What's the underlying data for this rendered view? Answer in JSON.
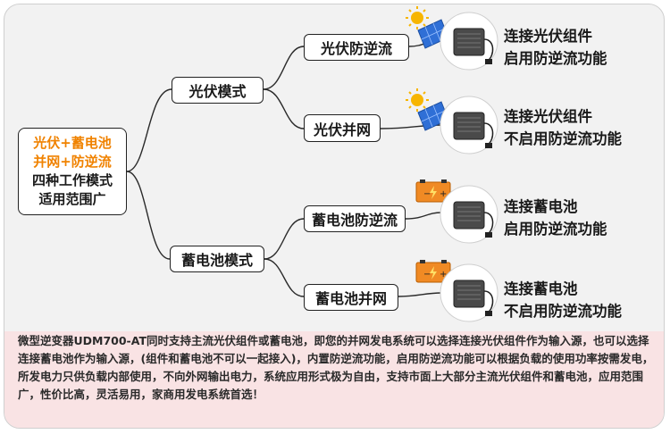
{
  "root": {
    "line1": "光伏+蓄电池",
    "line2": "并网+防逆流",
    "line3": "四种工作模式",
    "line4": "适用范围广"
  },
  "modes": {
    "pv_mode": "光伏模式",
    "battery_mode": "蓄电池模式"
  },
  "branches": [
    {
      "label": "光伏防逆流",
      "source": "solar-panel",
      "desc1": "连接光伏组件",
      "desc2": "启用防逆流功能"
    },
    {
      "label": "光伏并网",
      "source": "solar-panel",
      "desc1": "连接光伏组件",
      "desc2": "不启用防逆流功能"
    },
    {
      "label": "蓄电池防逆流",
      "source": "battery",
      "desc1": "连接蓄电池",
      "desc2": "启用防逆流功能"
    },
    {
      "label": "蓄电池并网",
      "source": "battery",
      "desc1": "连接蓄电池",
      "desc2": "不启用防逆流功能"
    }
  ],
  "footer": "微型逆变器UDM700-AT同时支持主流光伏组件或蓄电池，即您的并网发电系统可以选择连接光伏组件作为输入源，也可以选择连接蓄电池作为输入源，(组件和蓄电池不可以一起接入)，内置防逆流功能，启用防逆流功能可以根据负载的使用功率按需发电，所发电力只供负载内部使用，不向外网输出电力，系统应用形式极为自由，支持市面上大部分主流光伏组件和蓄电池，应用范围广，性价比高，灵活易用，家商用发电系统首选！",
  "colors": {
    "accent": "#f08200",
    "panel_bg": "#f2f2f2",
    "footer_bg": "#f9e3e4"
  }
}
